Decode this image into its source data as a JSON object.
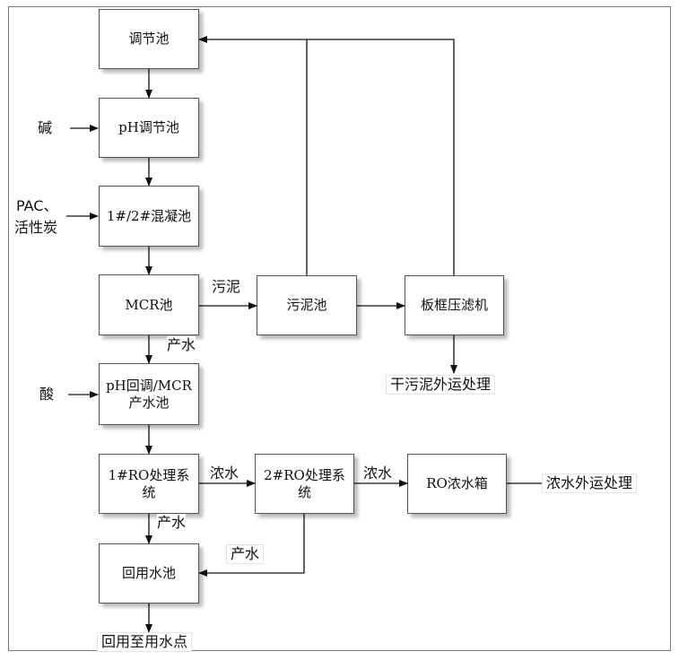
{
  "nodes": {
    "tiaojie": "调节池",
    "ph_tiaojie": "pH调节池",
    "hunning": "1#/2#混凝池",
    "mcr": "MCR池",
    "wuni": "污泥池",
    "banjia": "板框压滤机",
    "ph_huitiao": "pH回调/MCR产水池",
    "ro1": "1#RO处理系统",
    "ro2": "2#RO处理系统",
    "ro_tank": "RO浓水箱",
    "huiyong": "回用水池"
  },
  "labels": {
    "jian": "碱",
    "pac": "PAC、",
    "huoxingtan": "活性炭",
    "suan": "酸",
    "wuni_flow": "污泥",
    "chanshui_1": "产水",
    "dry_sludge": "干污泥外运处理",
    "nongshui_1": "浓水",
    "nongshui_2": "浓水",
    "nongshui_out": "浓水外运处理",
    "chanshui_2": "产水",
    "chanshui_3": "产水",
    "reuse_point": "回用至用水点"
  }
}
